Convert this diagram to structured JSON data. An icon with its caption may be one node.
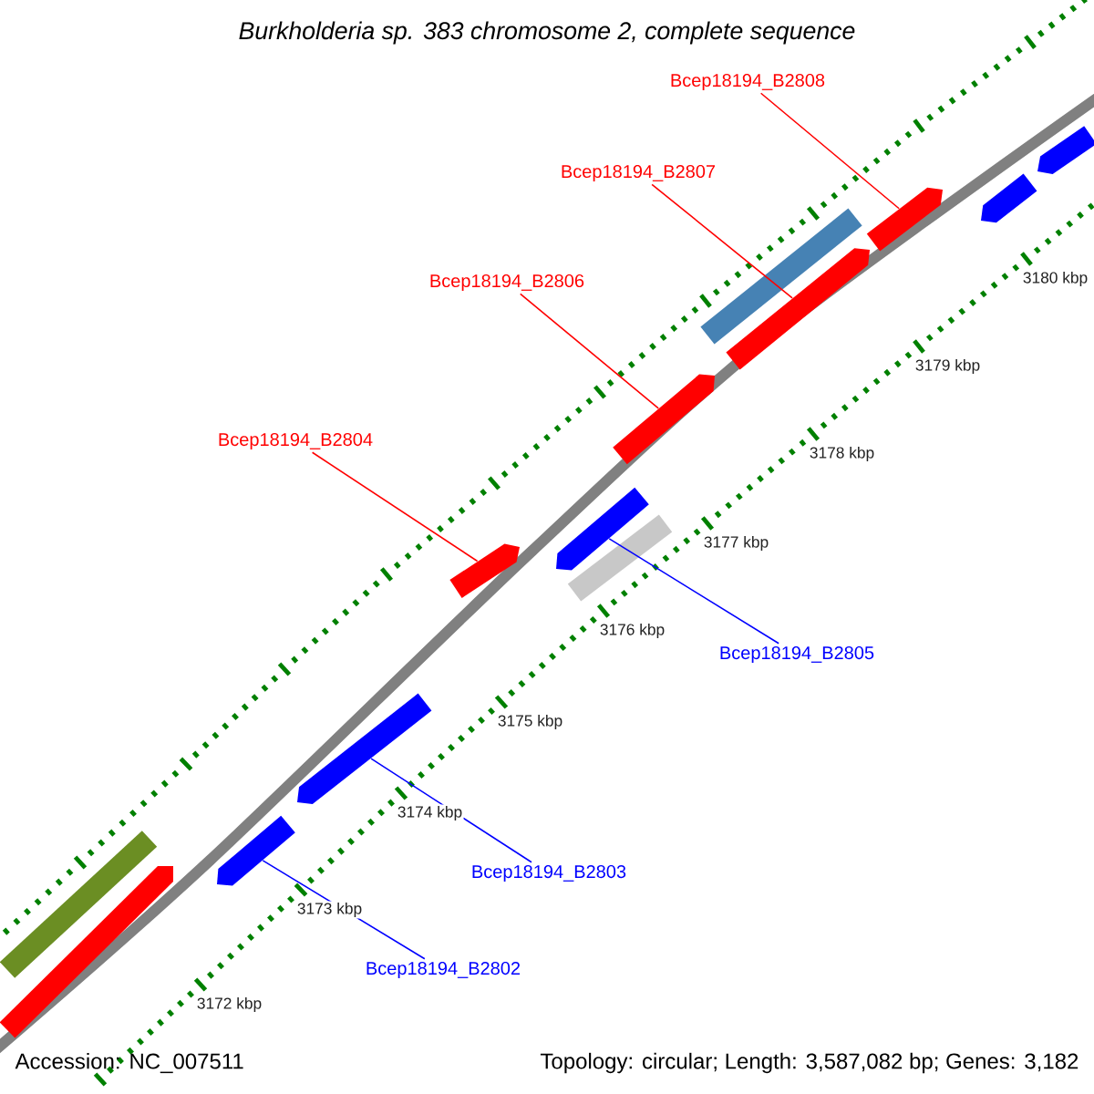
{
  "diagram": {
    "title": "Burkholderia sp. 383 chromosome 2, complete sequence",
    "nodes": [
      {
        "text": [
          "Bcep18194_B2808"
        ]
      },
      {
        "text": [
          "Bcep18194_B2807"
        ]
      },
      {
        "text": [
          "Bcep18194_B2806"
        ]
      },
      {
        "text": [
          "Bcep18194_B2804"
        ]
      },
      {
        "text": [
          "Bcep18194_B2805"
        ]
      },
      {
        "text": [
          "Bcep18194_B2803"
        ]
      },
      {
        "text": [
          "Bcep18194_B2802"
        ]
      },
      {
        "text": [],
        "shape": "arrow"
      },
      {
        "text": [],
        "shape": "arrow"
      },
      {
        "text": [],
        "shape": "arrow"
      },
      {
        "text": [],
        "shape": "arrow"
      },
      {
        "text": [],
        "shape": "arrow"
      },
      {
        "text": [],
        "shape": "arrow"
      },
      {
        "text": [],
        "shape": "arrow"
      },
      {
        "text": [],
        "shape": "arrow"
      },
      {
        "text": [],
        "shape": "bar"
      },
      {
        "text": [],
        "shape": "bar"
      },
      {
        "text": [],
        "shape": "bar"
      },
      {
        "text": [],
        "shape": "arrow"
      },
      {
        "text": [],
        "shape": "arrow"
      }
    ],
    "edges": [
      {
        "from": 0,
        "to": 7,
        "arrow": "none"
      },
      {
        "from": 1,
        "to": 8,
        "arrow": "none"
      },
      {
        "from": 2,
        "to": 9,
        "arrow": "none"
      },
      {
        "from": 3,
        "to": 10,
        "arrow": "none"
      },
      {
        "from": 4,
        "to": 11,
        "arrow": "none",
        "color": "#0000ff"
      },
      {
        "from": 5,
        "to": 12,
        "arrow": "none",
        "color": "#0000ff"
      },
      {
        "from": 6,
        "to": 13,
        "arrow": "none",
        "color": "#0000ff"
      }
    ],
    "labels": [
      "3180 kbp",
      "3179 kbp",
      "3178 kbp",
      "3177 kbp",
      "3176 kbp",
      "3175 kbp",
      "3174 kbp",
      "3173 kbp",
      "3172 kbp",
      "Accession: NC_007511",
      "Topology: circular; Length: 3,587,082 bp; Genes: 3,182"
    ]
  }
}
